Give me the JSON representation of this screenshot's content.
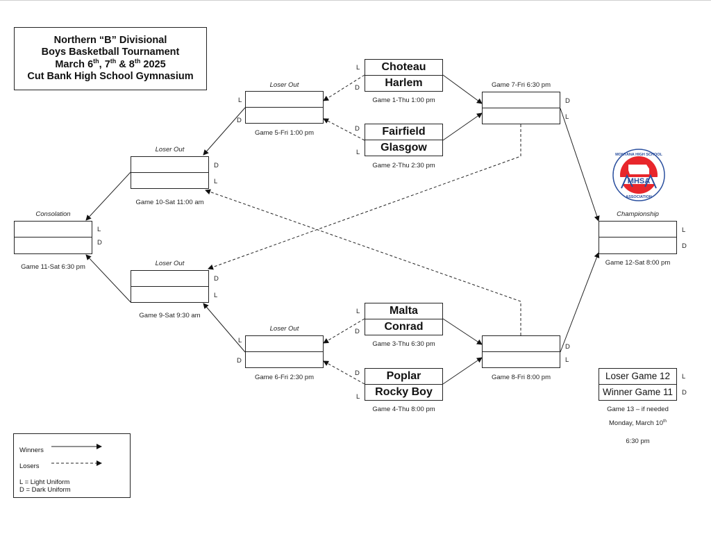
{
  "title": {
    "line1": "Northern “B” Divisional",
    "line2": "Boys Basketball Tournament",
    "line3_parts": [
      "March 6",
      "th",
      ", 7",
      "th",
      " & 8",
      "th",
      " 2025"
    ],
    "line4": "Cut Bank High School Gymnasium"
  },
  "logo": {
    "icon": "mhsa-logo-icon",
    "top_text": "MONTANA HIGH SCHOOL",
    "center_text": "MHSA",
    "bottom_text": "ASSOCIATION",
    "accent": "#e8262b",
    "ring": "#2a4f9e"
  },
  "games": {
    "g1": {
      "caption": "Game 1-Thu 1:00 pm",
      "top_team": "Choteau",
      "bottom_team": "Harlem",
      "top_uniform": "L",
      "bottom_uniform": "D"
    },
    "g2": {
      "caption": "Game 2-Thu 2:30 pm",
      "top_team": "Fairfield",
      "bottom_team": "Glasgow",
      "top_uniform": "D",
      "bottom_uniform": "L"
    },
    "g3": {
      "caption": "Game 3-Thu 6:30 pm",
      "top_team": "Malta",
      "bottom_team": "Conrad",
      "top_uniform": "L",
      "bottom_uniform": "D"
    },
    "g4": {
      "caption": "Game 4-Thu 8:00 pm",
      "top_team": "Poplar",
      "bottom_team": "Rocky Boy",
      "top_uniform": "D",
      "bottom_uniform": "L"
    },
    "g5": {
      "header": "Loser Out",
      "caption": "Game 5-Fri 1:00 pm",
      "top_uniform": "L",
      "bottom_uniform": "D"
    },
    "g6": {
      "header": "Loser Out",
      "caption": "Game 6-Fri 2:30 pm",
      "top_uniform": "L",
      "bottom_uniform": "D"
    },
    "g7": {
      "caption": "Game 7-Fri 6:30 pm",
      "top_uniform": "D",
      "bottom_uniform": "L"
    },
    "g8": {
      "caption": "Game 8-Fri 8:00 pm",
      "top_uniform": "D",
      "bottom_uniform": "L"
    },
    "g9": {
      "header": "Loser Out",
      "caption": "Game 9-Sat 9:30 am",
      "top_uniform": "D",
      "bottom_uniform": "L"
    },
    "g10": {
      "header": "Loser Out",
      "caption": "Game 10-Sat 11:00 am",
      "top_uniform": "D",
      "bottom_uniform": "L"
    },
    "g11": {
      "header": "Consolation",
      "caption": "Game 11-Sat 6:30 pm",
      "top_uniform": "L",
      "bottom_uniform": "D"
    },
    "g12": {
      "header": "Championship",
      "caption": "Game 12-Sat 8:00 pm",
      "top_uniform": "L",
      "bottom_uniform": "D"
    },
    "g13": {
      "top_team": "Loser Game 12",
      "bottom_team": "Winner Game 11",
      "top_uniform": "L",
      "bottom_uniform": "D",
      "caption1": "Game 13 – if needed",
      "caption2_parts": [
        "Monday, March 10",
        "th"
      ],
      "caption3": "6:30 pm"
    }
  },
  "legend": {
    "winners": "Winners",
    "losers": "Losers",
    "light": "L = Light Uniform",
    "dark": "D = Dark Uniform"
  }
}
